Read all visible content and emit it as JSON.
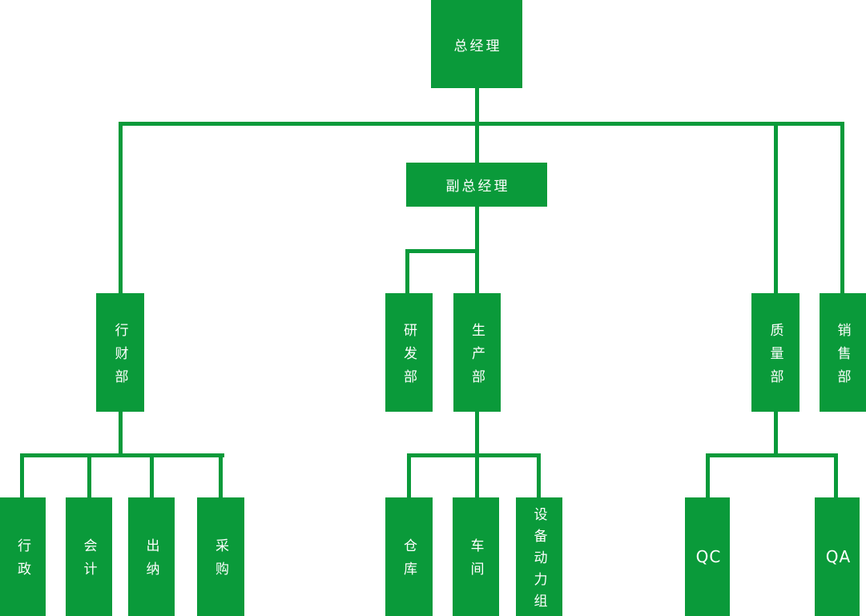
{
  "diagram": {
    "type": "org-chart",
    "nodes": {
      "general_manager": "总经理",
      "deputy_general_manager": "副总经理",
      "finance_admin_dept": "行财部",
      "rd_dept": "研发部",
      "production_dept": "生产部",
      "quality_dept": "质量部",
      "sales_dept": "销售部",
      "admin": "行政",
      "accounting": "会计",
      "cashier": "出纳",
      "procurement": "采购",
      "warehouse": "仓库",
      "workshop": "车间",
      "equipment_power_group": "设备动力组",
      "qc": "QC",
      "qa": "QA"
    },
    "hierarchy": [
      {
        "parent": "总经理",
        "children": [
          "行财部",
          "副总经理",
          "质量部",
          "销售部"
        ]
      },
      {
        "parent": "副总经理",
        "children": [
          "研发部",
          "生产部"
        ]
      },
      {
        "parent": "行财部",
        "children": [
          "行政",
          "会计",
          "出纳",
          "采购"
        ]
      },
      {
        "parent": "生产部",
        "children": [
          "仓库",
          "车间",
          "设备动力组"
        ]
      },
      {
        "parent": "质量部",
        "children": [
          "QC",
          "QA"
        ]
      }
    ],
    "colors": {
      "node_fill": "#0a9a3a",
      "connector": "#0a9a3a",
      "text": "#ffffff",
      "background": "#ffffff"
    }
  }
}
